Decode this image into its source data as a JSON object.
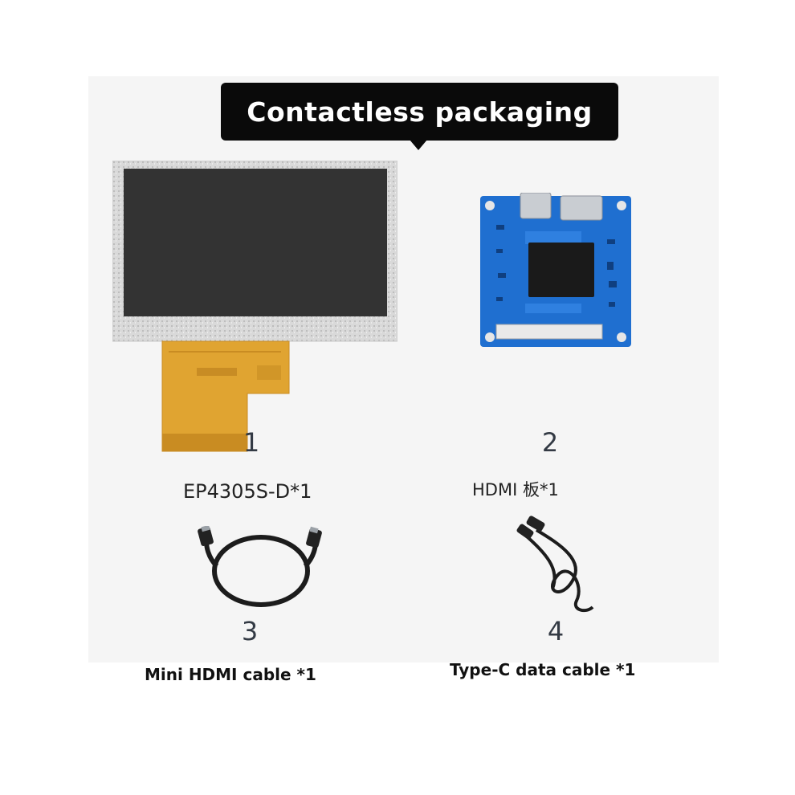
{
  "banner": {
    "title": "Contactless packaging"
  },
  "items": [
    {
      "number": "1",
      "label": "EP4305S-D*1"
    },
    {
      "number": "2",
      "label": "HDMI 板*1"
    },
    {
      "number": "3",
      "label": "Mini HDMI cable *1"
    },
    {
      "number": "4",
      "label": "Type-C data cable *1"
    }
  ],
  "colors": {
    "banner_bg": "#0a0a0a",
    "pcb_blue": "#1f6fd0",
    "fpc_amber": "#e0a431",
    "screen": "#333333"
  }
}
